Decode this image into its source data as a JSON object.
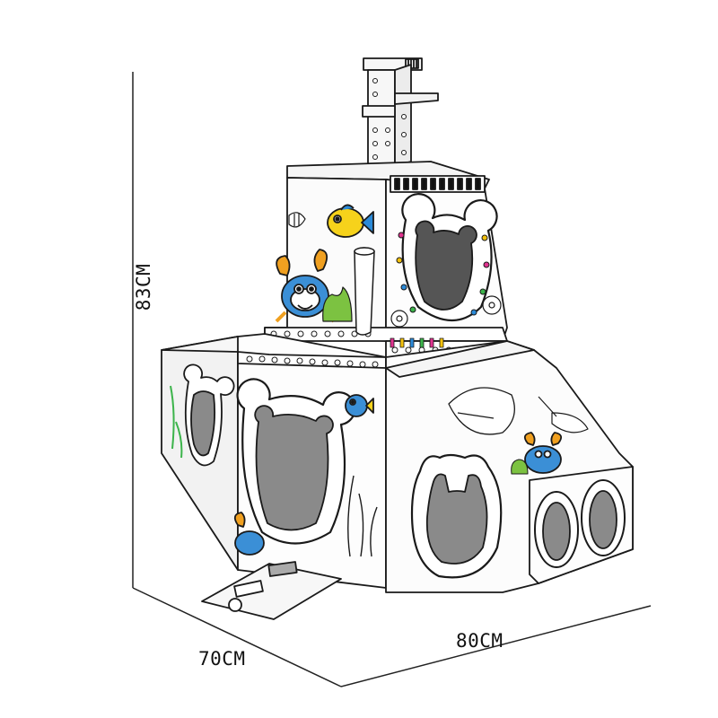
{
  "dimensions": {
    "height_label": "83CM",
    "depth_label": "70CM",
    "width_label": "80CM"
  },
  "colors": {
    "outline": "#1a1a1a",
    "window_fill": "#8a8a8a",
    "window_dark": "#555555",
    "panel": "#f7f7f7",
    "fish_yellow": "#f6d21b",
    "crab_orange": "#f0a020",
    "fish_blue": "#3b8fd6",
    "coral_green": "#7cc241",
    "bead_pink": "#e0338f",
    "bead_yellow": "#f4c20d",
    "bead_blue": "#2b8ad8",
    "bead_green": "#3cb44b"
  }
}
